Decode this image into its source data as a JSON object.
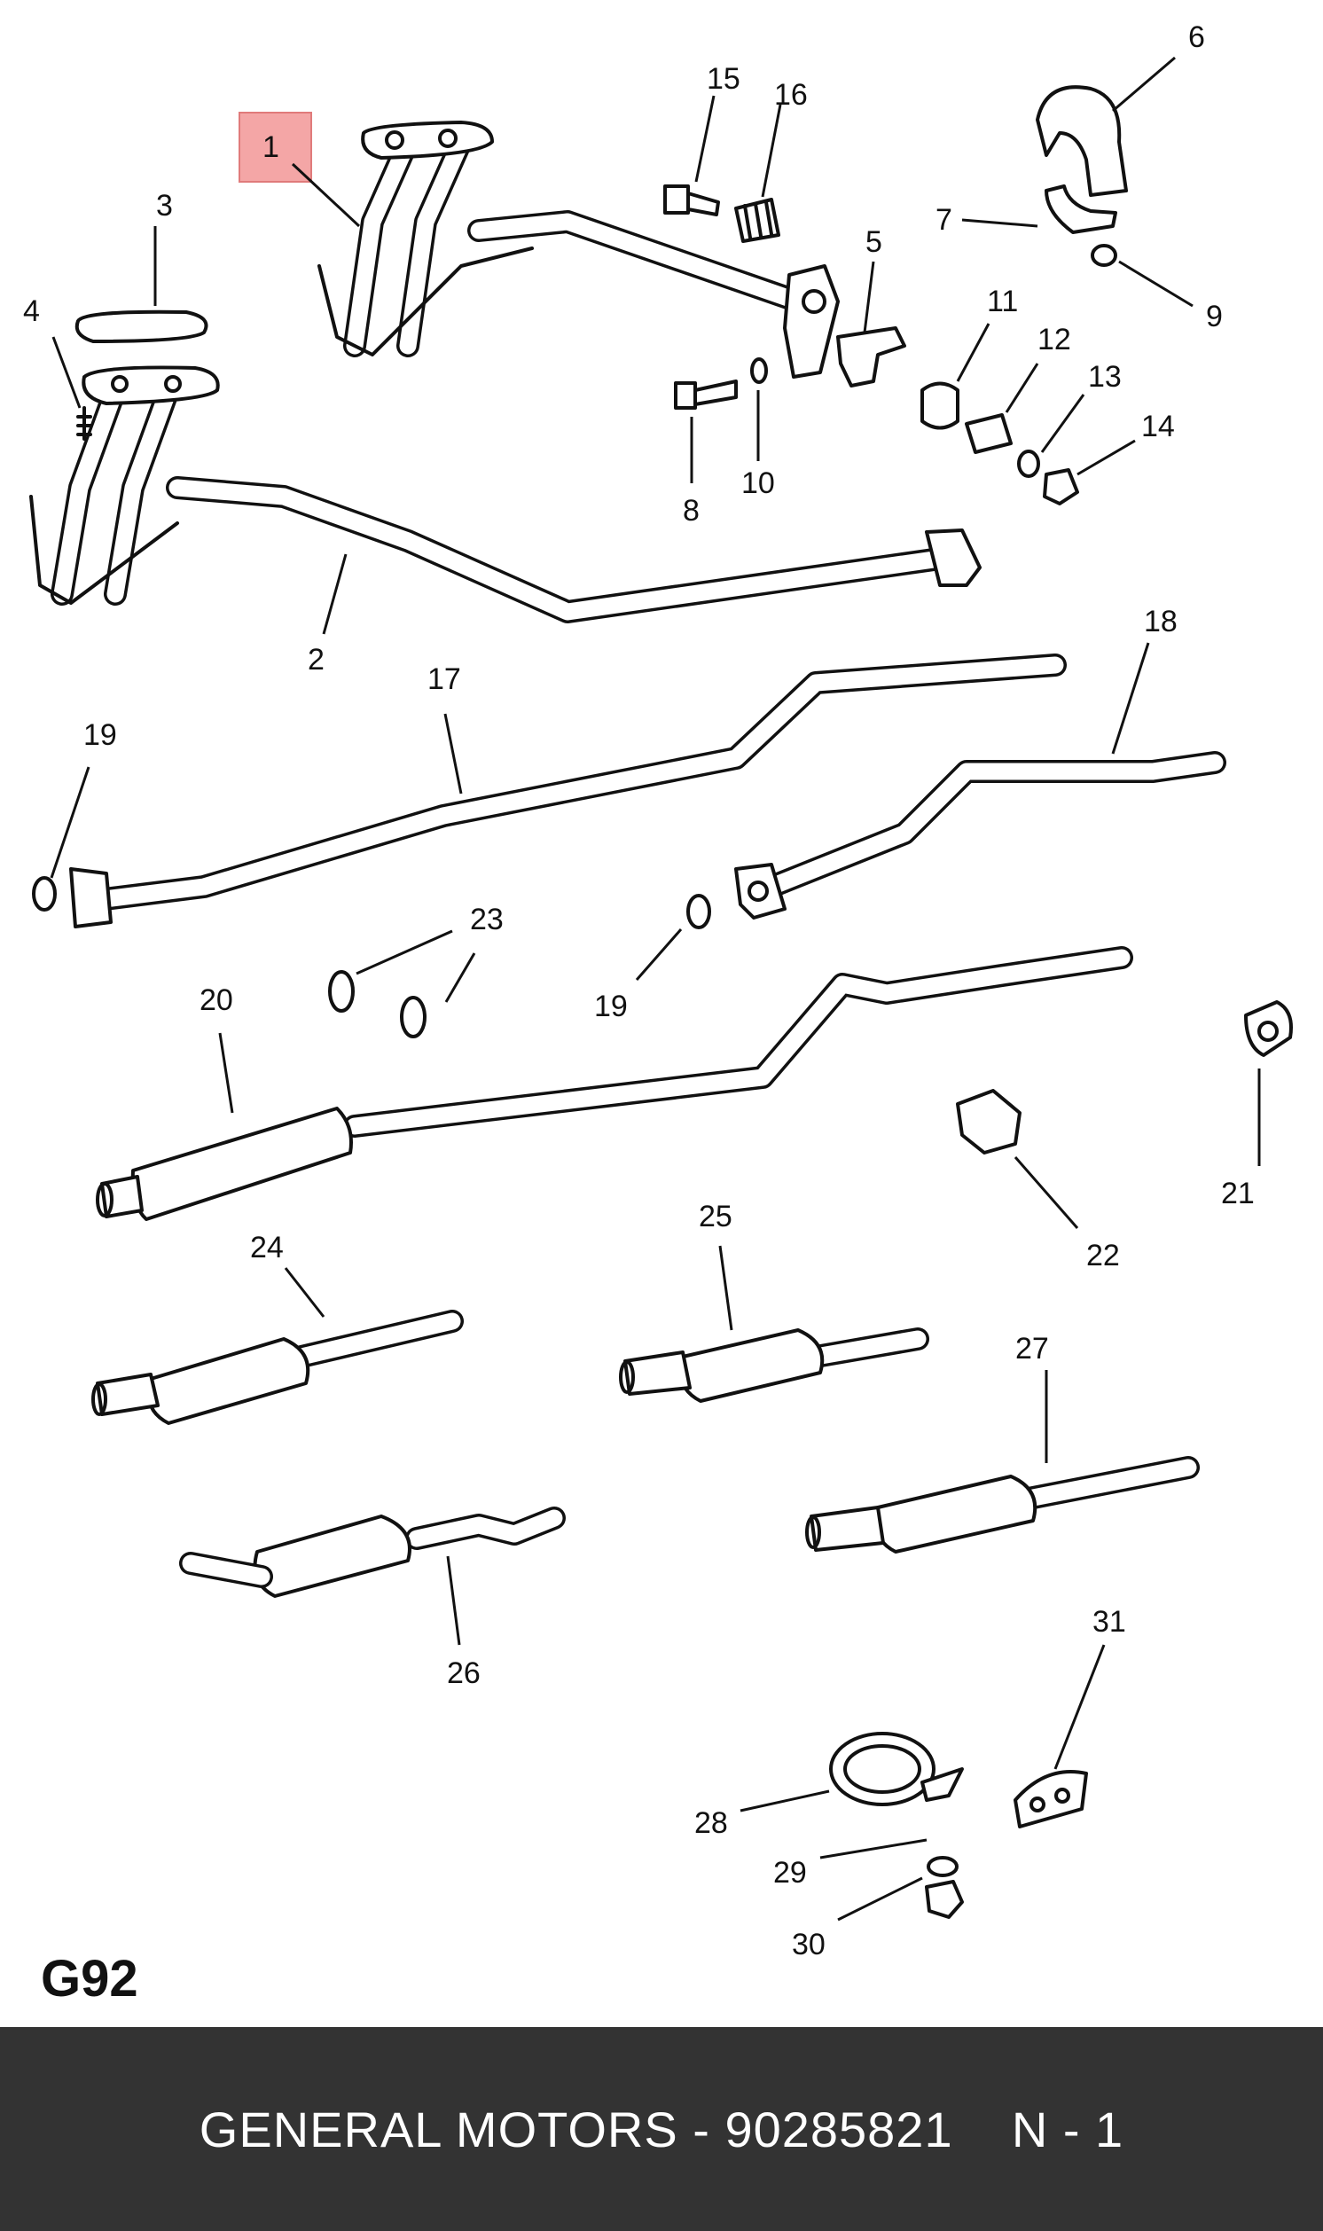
{
  "diagram": {
    "code": "G92",
    "highlight_color": "#f4a6a6",
    "labels": [
      "1",
      "2",
      "3",
      "4",
      "5",
      "6",
      "7",
      "8",
      "9",
      "10",
      "11",
      "12",
      "13",
      "14",
      "15",
      "16",
      "17",
      "18",
      "19",
      "19",
      "20",
      "21",
      "22",
      "23",
      "24",
      "25",
      "26",
      "27",
      "28",
      "29",
      "30",
      "31"
    ]
  },
  "footer": {
    "brand": "GENERAL MOTORS",
    "separator": " - ",
    "part_number": "90285821",
    "position": "N - 1"
  }
}
